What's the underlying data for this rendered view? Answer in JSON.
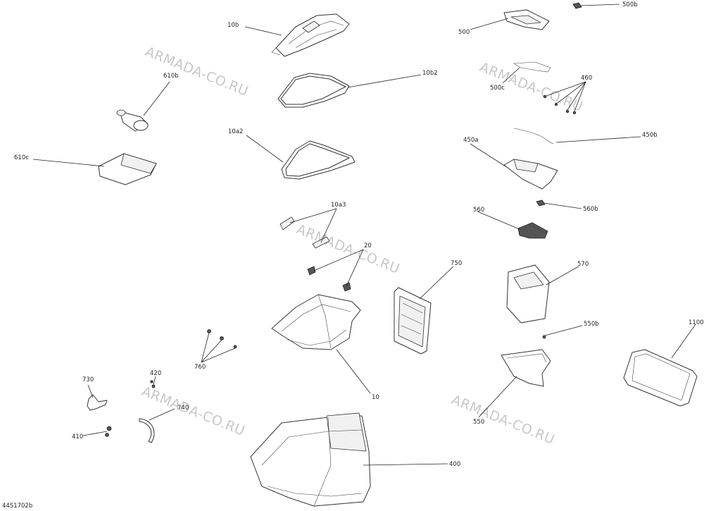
{
  "diagram": {
    "part_number": "44S1702b",
    "watermark": "ARMADA-CO.RU",
    "callouts": {
      "c10b": "10b",
      "c10b2": "10b2",
      "c10a2": "10a2",
      "c10a3": "10a3",
      "c10": "10",
      "c20": "20",
      "c610b": "610b",
      "c610c": "610c",
      "c760": "760",
      "c420": "420",
      "c730": "730",
      "c740": "740",
      "c410": "410",
      "c400": "400",
      "c500": "500",
      "c500b": "500b",
      "c500c": "500c",
      "c460": "460",
      "c450a": "450a",
      "c450b": "450b",
      "c560": "560",
      "c560b": "560b",
      "c570": "570",
      "c750": "750",
      "c550b": "550b",
      "c550": "550",
      "c1100": "1100"
    }
  }
}
